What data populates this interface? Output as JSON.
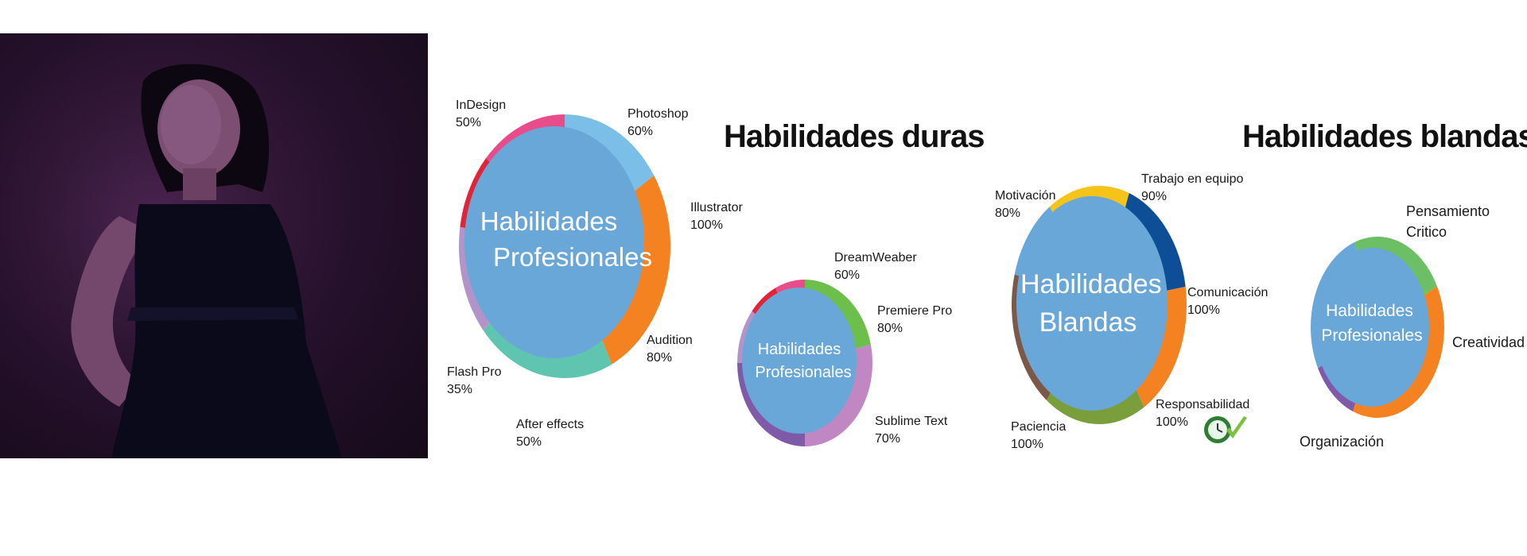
{
  "colors": {
    "center": "#6aa7d9",
    "photo_bg": "#24102a"
  },
  "headings": {
    "hard": "Habilidades duras",
    "soft": "Habilidades blandas"
  },
  "chart_data": [
    {
      "type": "pie",
      "title": "",
      "center_label": [
        "Habilidades",
        "Profesionales"
      ],
      "series": [
        {
          "name": "Photoshop",
          "value": 60,
          "color": "#7bbfe8"
        },
        {
          "name": "Illustrator",
          "value": 100,
          "color": "#f58220"
        },
        {
          "name": "Audition",
          "value": 80,
          "color": "#5fc4b0"
        },
        {
          "name": "After effects",
          "value": 50,
          "color": "#b394c8"
        },
        {
          "name": "Flash Pro",
          "value": 35,
          "color": "#e0243a"
        },
        {
          "name": "InDesign",
          "value": 50,
          "color": "#e94c8a"
        }
      ]
    },
    {
      "type": "pie",
      "title": "",
      "center_label": [
        "Habilidades",
        "Profesionales"
      ],
      "series": [
        {
          "name": "DreamWeaber",
          "value": 60,
          "color": "#6cbf4a"
        },
        {
          "name": "Premiere Pro",
          "value": 80,
          "color": "#c087c2"
        },
        {
          "name": "Sublime Text",
          "value": 70,
          "color": "#7e5aa8"
        },
        {
          "name": "",
          "value": 30,
          "color": "#b394c8"
        },
        {
          "name": "",
          "value": 20,
          "color": "#e0243a"
        },
        {
          "name": "",
          "value": 20,
          "color": "#e94c8a"
        }
      ]
    },
    {
      "type": "pie",
      "title": "",
      "center_label": [
        "Habilidades",
        "Blandas"
      ],
      "series": [
        {
          "name": "Trabajo en equipo",
          "value": 90,
          "color": "#0d4e96"
        },
        {
          "name": "Comunicación",
          "value": 100,
          "color": "#f58220"
        },
        {
          "name": "Responsabilidad",
          "value": 100,
          "color": "#7a9e3c"
        },
        {
          "name": "Paciencia",
          "value": 100,
          "color": "#7b5848"
        },
        {
          "name": "",
          "value": 60,
          "color": "#6aa7d9"
        },
        {
          "name": "Motivación",
          "value": 80,
          "color": "#f6c419"
        }
      ]
    },
    {
      "type": "pie",
      "title": "",
      "center_label": [
        "Habilidades",
        "Profesionales"
      ],
      "series": [
        {
          "name": "Pensamiento Critico",
          "value": 60,
          "color": "#6cbf64"
        },
        {
          "name": "Creatividad",
          "value": 100,
          "color": "#f58220"
        },
        {
          "name": "Organización",
          "value": 30,
          "color": "#7e5aa8"
        },
        {
          "name": "",
          "value": 70,
          "color": "#6aa7d9"
        }
      ]
    }
  ],
  "labels": {
    "c1": {
      "indesign": [
        "InDesign",
        "50%"
      ],
      "photoshop": [
        "Photoshop",
        "60%"
      ],
      "illustrator": [
        "Illustrator",
        "100%"
      ],
      "audition": [
        "Audition",
        "80%"
      ],
      "flash": [
        "Flash Pro",
        "35%"
      ],
      "aftereffects": [
        "After effects",
        "50%"
      ]
    },
    "c2": {
      "dreamweaber": [
        "DreamWeaber",
        "60%"
      ],
      "premiere": [
        "Premiere Pro",
        "80%"
      ],
      "sublime": [
        "Sublime Text",
        "70%"
      ]
    },
    "c3": {
      "motivacion": [
        "Motivación",
        "80%"
      ],
      "trabajo": [
        "Trabajo en equipo",
        "90%"
      ],
      "comunicacion": [
        "Comunicación",
        "100%"
      ],
      "responsabilidad": [
        "Responsabilidad",
        "100%"
      ],
      "paciencia": [
        "Paciencia",
        "100%"
      ]
    },
    "c4": {
      "pensamiento": [
        "Pensamiento",
        "Critico"
      ],
      "creatividad": "Creatividad",
      "organizacion": "Organización"
    }
  },
  "icons": {
    "check": "clock-check-icon"
  }
}
